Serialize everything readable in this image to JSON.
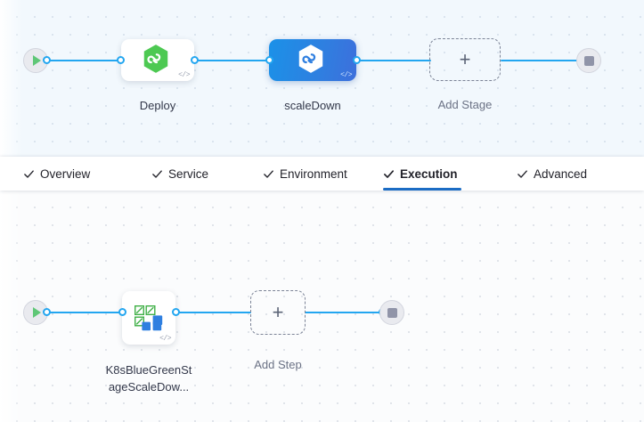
{
  "tabs": [
    {
      "id": "overview",
      "label": "Overview",
      "icon": "check-icon",
      "active": false
    },
    {
      "id": "service",
      "label": "Service",
      "icon": "check-icon",
      "active": false
    },
    {
      "id": "environment",
      "label": "Environment",
      "icon": "check-icon",
      "active": false
    },
    {
      "id": "execution",
      "label": "Execution",
      "icon": "check-icon",
      "active": true
    },
    {
      "id": "advanced",
      "label": "Advanced",
      "icon": "check-icon",
      "active": false
    }
  ],
  "stage_canvas": {
    "start_node": {
      "icon": "play-icon",
      "label": ""
    },
    "end_node": {
      "icon": "stop-icon",
      "label": ""
    },
    "nodes": [
      {
        "id": "deploy",
        "label": "Deploy",
        "icon": "harness-hexagon-icon",
        "badge": "</>",
        "style": "white"
      },
      {
        "id": "scaledown",
        "label": "scaleDown",
        "icon": "harness-hexagon-icon",
        "badge": "</>",
        "style": "blue-selected"
      },
      {
        "id": "add-stage",
        "label": "Add Stage",
        "icon": "plus-icon",
        "badge": "",
        "style": "dashed"
      }
    ]
  },
  "step_canvas": {
    "start_node": {
      "icon": "play-icon",
      "label": ""
    },
    "end_node": {
      "icon": "stop-icon",
      "label": ""
    },
    "nodes": [
      {
        "id": "k8s-scaledown-step",
        "label_line1": "K8sBlueGreenSt",
        "label_line2": "ageScaleDow...",
        "icon": "k8s-scale-icon",
        "badge": "</>",
        "style": "white"
      },
      {
        "id": "add-step",
        "label": "Add Step",
        "icon": "plus-icon",
        "badge": "",
        "style": "dashed"
      }
    ]
  },
  "colors": {
    "wire": "#23a6f0",
    "accent": "#1b6cc4",
    "selected_node": "#2f7fe0",
    "harness_green": "#4dc952",
    "stage_canvas_bg": "#f2f8fd",
    "step_canvas_bg": "#fbfcfd",
    "icon_blue": "#2f7fe0",
    "icon_green": "#3faf46"
  },
  "glyphs": {
    "plus": "+",
    "code_badge": "</>"
  }
}
